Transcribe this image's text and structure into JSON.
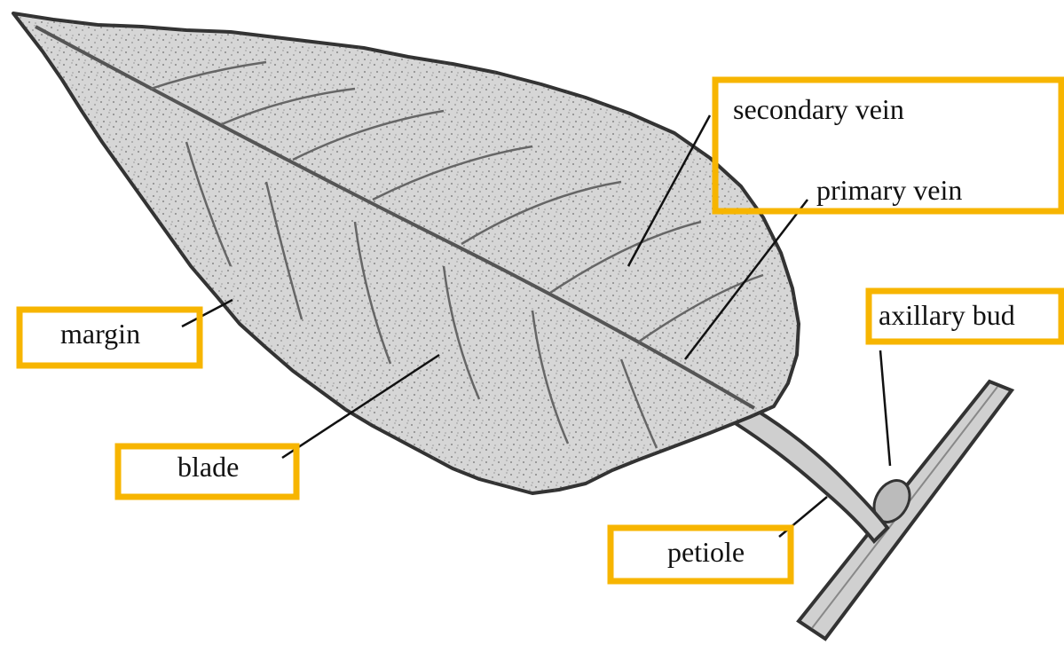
{
  "diagram": {
    "labels": {
      "secondary_vein": "secondary vein",
      "primary_vein": "primary vein",
      "axillary_bud": "axillary bud",
      "margin": "margin",
      "blade": "blade",
      "petiole": "petiole"
    },
    "colors": {
      "highlight_box": "#F7B500",
      "leaf_fill": "#D6D6D6",
      "outline": "#333333",
      "leader_line": "#111111"
    }
  }
}
